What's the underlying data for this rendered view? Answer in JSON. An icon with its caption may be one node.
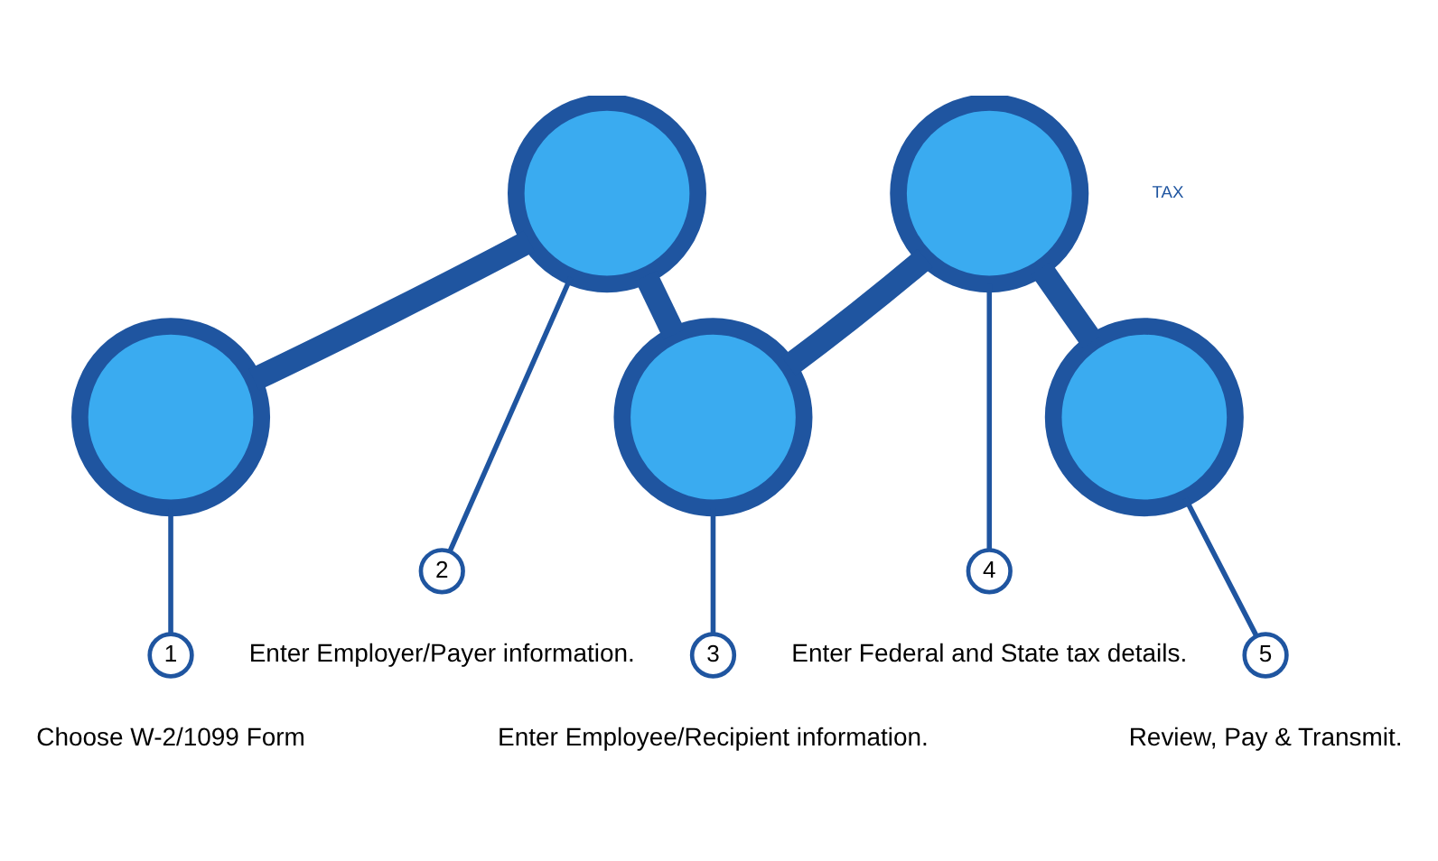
{
  "diagram": {
    "nodes": [
      {
        "text": [],
        "shape": "circle"
      },
      {
        "text": [],
        "shape": "circle"
      },
      {
        "text": [],
        "shape": "circle"
      },
      {
        "text": [],
        "shape": "circle"
      },
      {
        "text": [],
        "shape": "circle"
      },
      {
        "text": [
          "1"
        ],
        "beside": [
          "Choose W-2/1099 Form"
        ]
      },
      {
        "text": [
          "2"
        ],
        "beside": [
          "Enter Employer/Payer information."
        ]
      },
      {
        "text": [
          "3"
        ],
        "beside": [
          "Enter Employee/Recipient information."
        ]
      },
      {
        "text": [
          "4"
        ],
        "beside": [
          "Enter Federal and State tax details."
        ]
      },
      {
        "text": [
          "5"
        ],
        "beside": [
          "Review, Pay & Transmit."
        ]
      }
    ],
    "edges": [
      {
        "from": 0,
        "to": 1,
        "arrow": "none",
        "style": "thick"
      },
      {
        "from": 1,
        "to": 2,
        "arrow": "none",
        "style": "thick"
      },
      {
        "from": 2,
        "to": 3,
        "arrow": "none",
        "style": "thick"
      },
      {
        "from": 3,
        "to": 4,
        "arrow": "none",
        "style": "thick"
      },
      {
        "from": 0,
        "to": 5,
        "arrow": "none"
      },
      {
        "from": 1,
        "to": 6,
        "arrow": "none"
      },
      {
        "from": 2,
        "to": 7,
        "arrow": "none"
      },
      {
        "from": 3,
        "to": 8,
        "arrow": "none"
      },
      {
        "from": 4,
        "to": 9,
        "arrow": "none"
      }
    ],
    "labels": [
      "TAX"
    ]
  }
}
